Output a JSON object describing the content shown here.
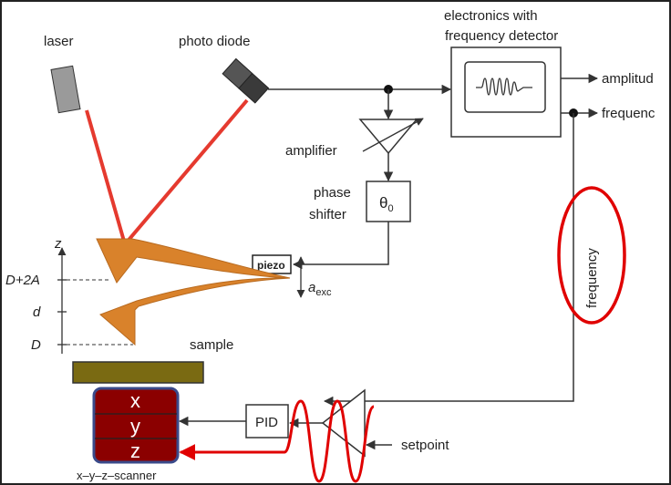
{
  "labels": {
    "laser": "laser",
    "photo_diode": "photo diode",
    "electronics_line1": "electronics with",
    "electronics_line2": "frequency detector",
    "amplitude": "amplitud",
    "frequency_out": "frequenc",
    "amplifier": "amplifier",
    "phase_line1": "phase",
    "phase_line2": "shifter",
    "theta": "θ",
    "theta_sub": "0",
    "piezo": "piezo",
    "a_exc": "a",
    "a_exc_sub": "exc",
    "z_axis": "z",
    "d_plus": "D+2A",
    "d_small": "d",
    "d_big": "D",
    "sample": "sample",
    "frequency_vertical": "frequency",
    "pid": "PID",
    "setpoint": "setpoint",
    "scanner_x": "x",
    "scanner_y": "y",
    "scanner_z": "z",
    "scanner_caption": "x–y–z–scanner"
  },
  "colors": {
    "laser_beam": "#e53a2f",
    "cantilever": "#d9822b",
    "sample": "#7a6a12",
    "scanner_fill": "#8b0000",
    "scanner_border": "#3a4a8a",
    "highlight": "#e00000",
    "line": "#333333"
  }
}
